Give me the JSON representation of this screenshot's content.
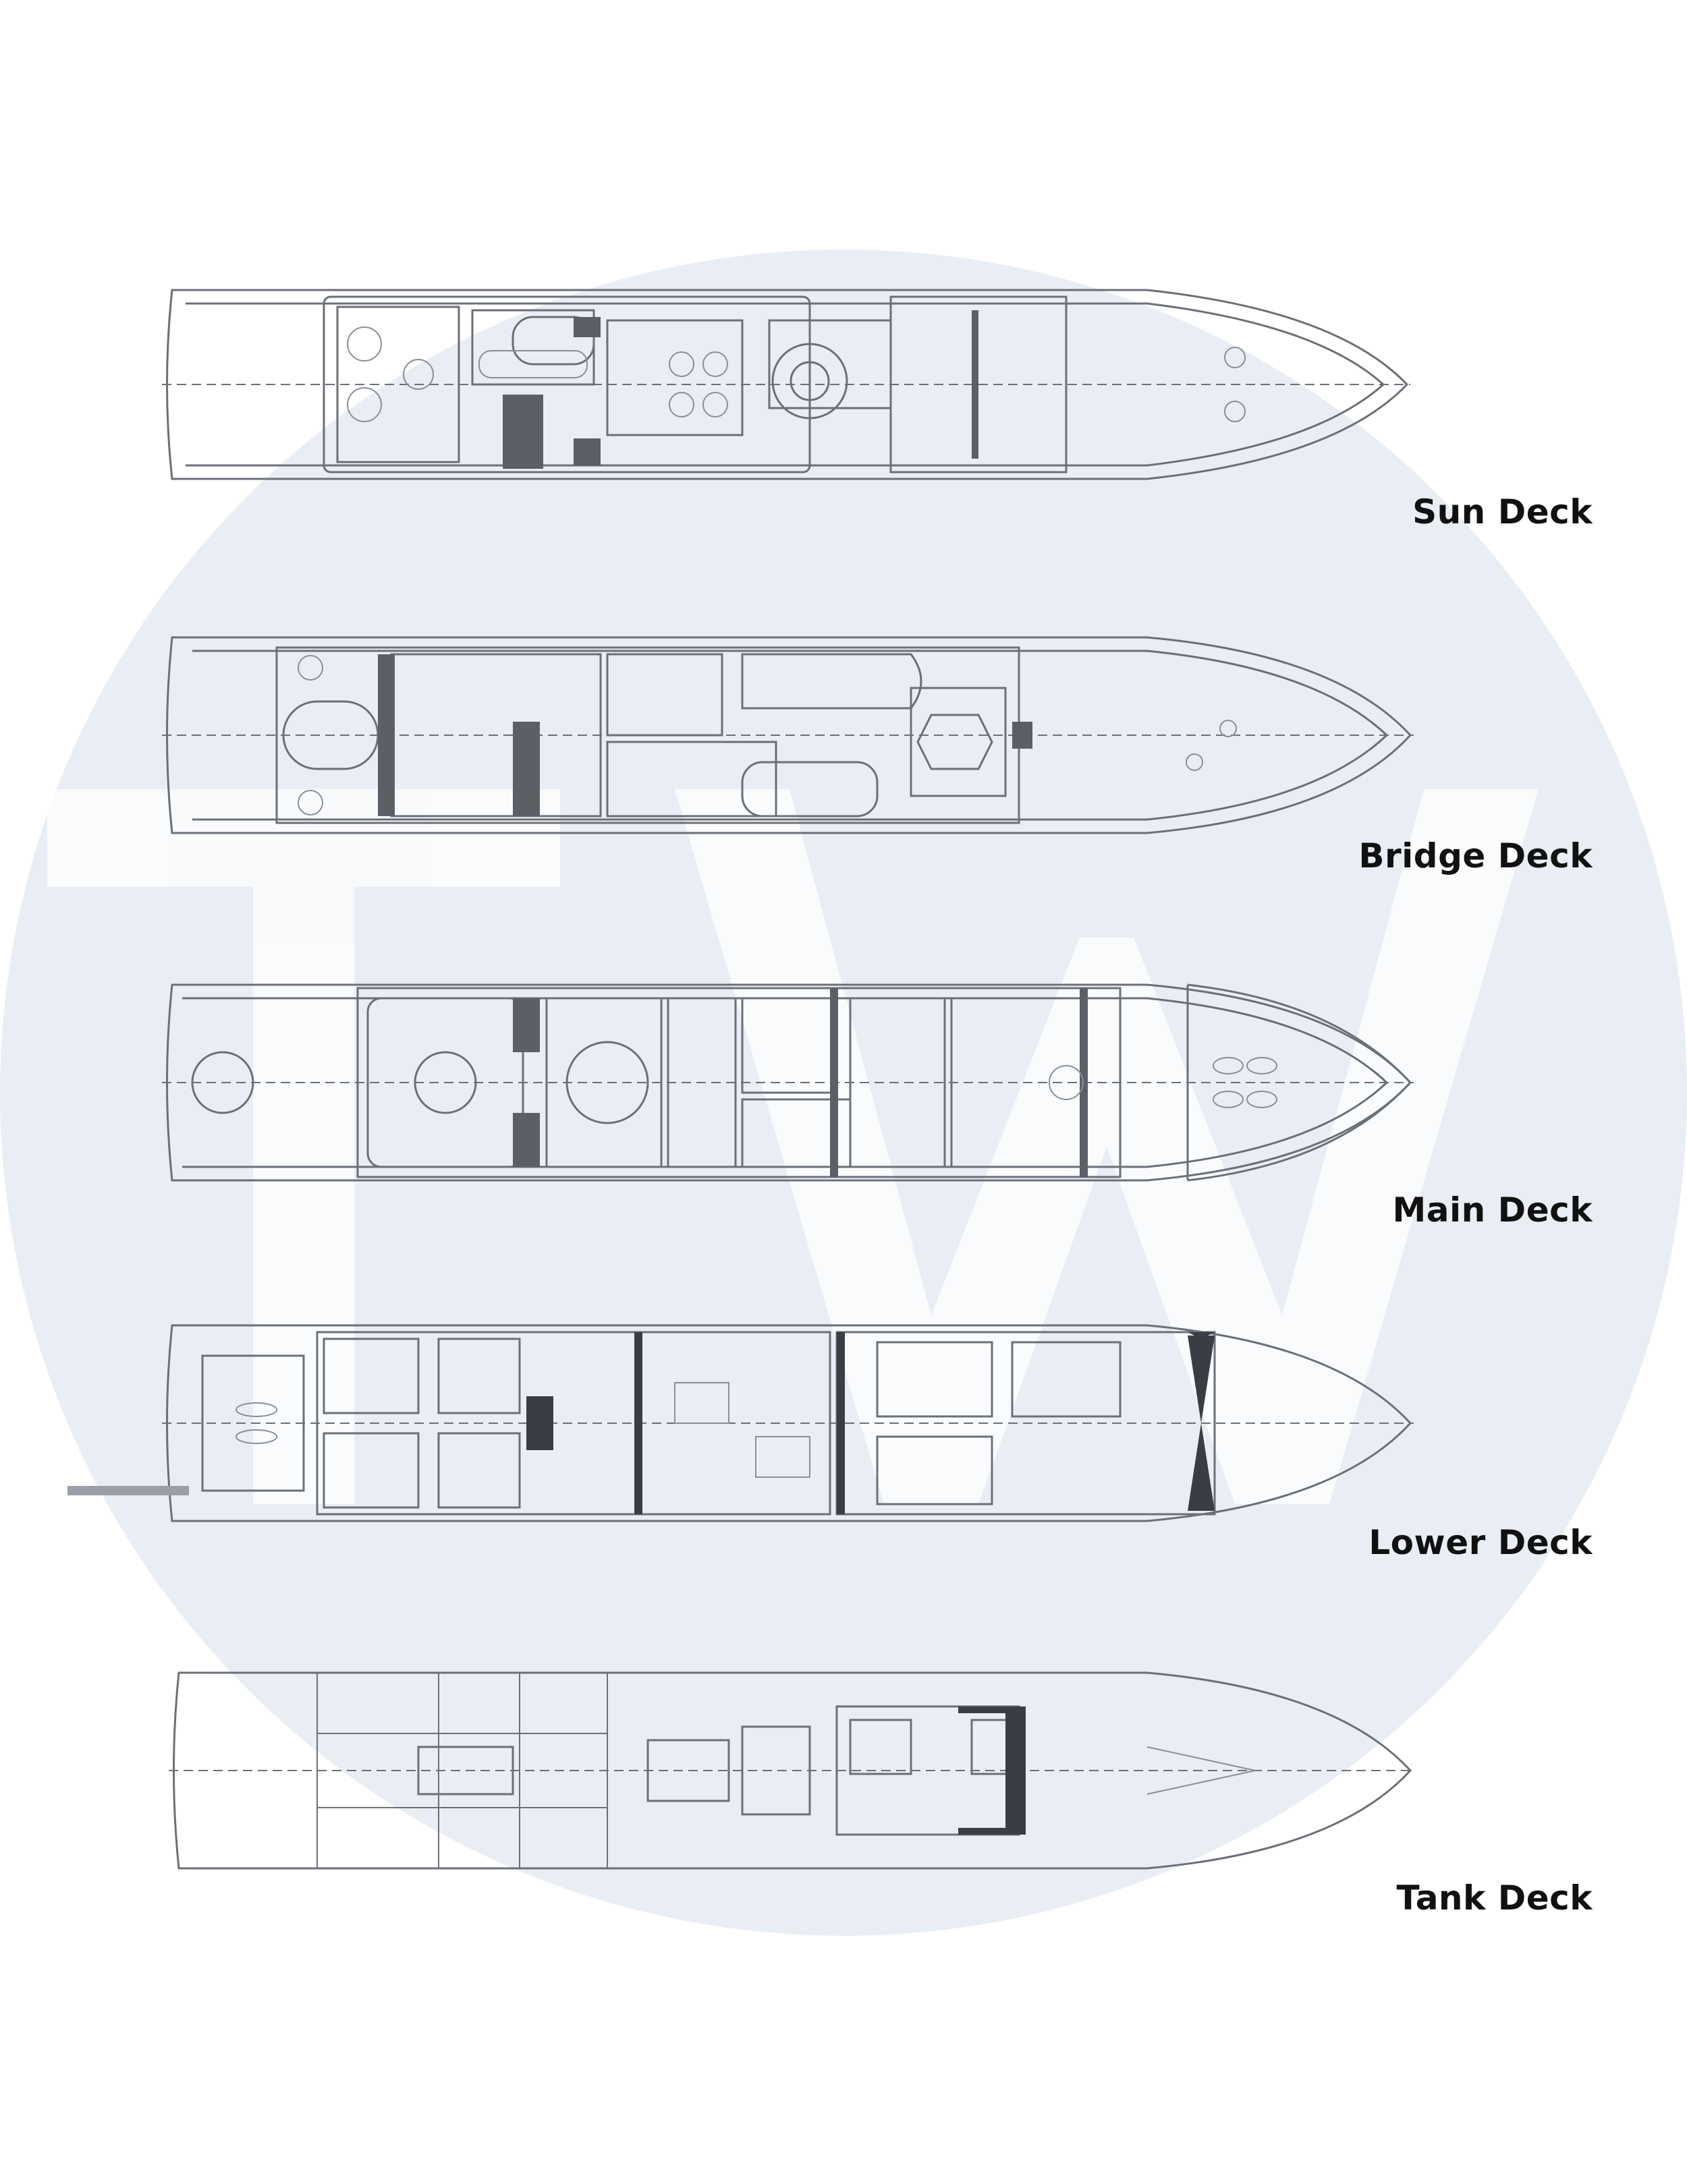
{
  "watermark": {
    "letters": "TW",
    "circle_color": "#e9eef5",
    "letter_color": "#ffffff"
  },
  "decks": [
    {
      "id": "sun",
      "label": "Sun Deck"
    },
    {
      "id": "bridge",
      "label": "Bridge Deck"
    },
    {
      "id": "main",
      "label": "Main Deck"
    },
    {
      "id": "lower",
      "label": "Lower Deck"
    },
    {
      "id": "tank",
      "label": "Tank Deck"
    }
  ],
  "colors": {
    "line": "#6b6f78",
    "dark": "#3a3d44",
    "fill": "#5c5f66"
  }
}
